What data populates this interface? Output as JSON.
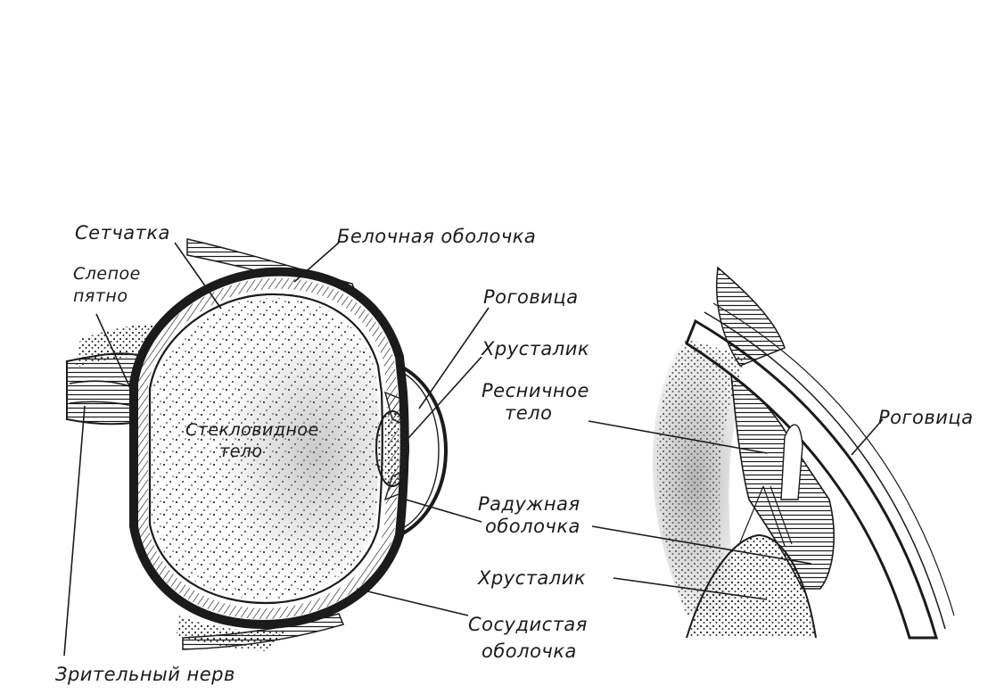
{
  "colors": {
    "ink": "#1b1b1b",
    "paper": "#ffffff",
    "stipple": "#2a2a2a"
  },
  "left_view": {
    "retina": "Сетчатка",
    "sclera": "Белочная оболочка",
    "blind_spot_line1": "Слепое",
    "blind_spot_line2": "пятно",
    "cornea": "Роговица",
    "lens": "Хрусталик",
    "vitreous_line1": "Стекловидное",
    "vitreous_line2": "тело",
    "choroid_line1": "Сосудистая",
    "choroid_line2": "оболочка",
    "optic_nerve": "Зрительный нерв"
  },
  "shared": {
    "ciliary_line1": "Ресничное",
    "ciliary_line2": "тело",
    "iris_line1": "Радужная",
    "iris_line2": "оболочка"
  },
  "right_view": {
    "cornea": "Роговица",
    "lens": "Хрусталик"
  }
}
